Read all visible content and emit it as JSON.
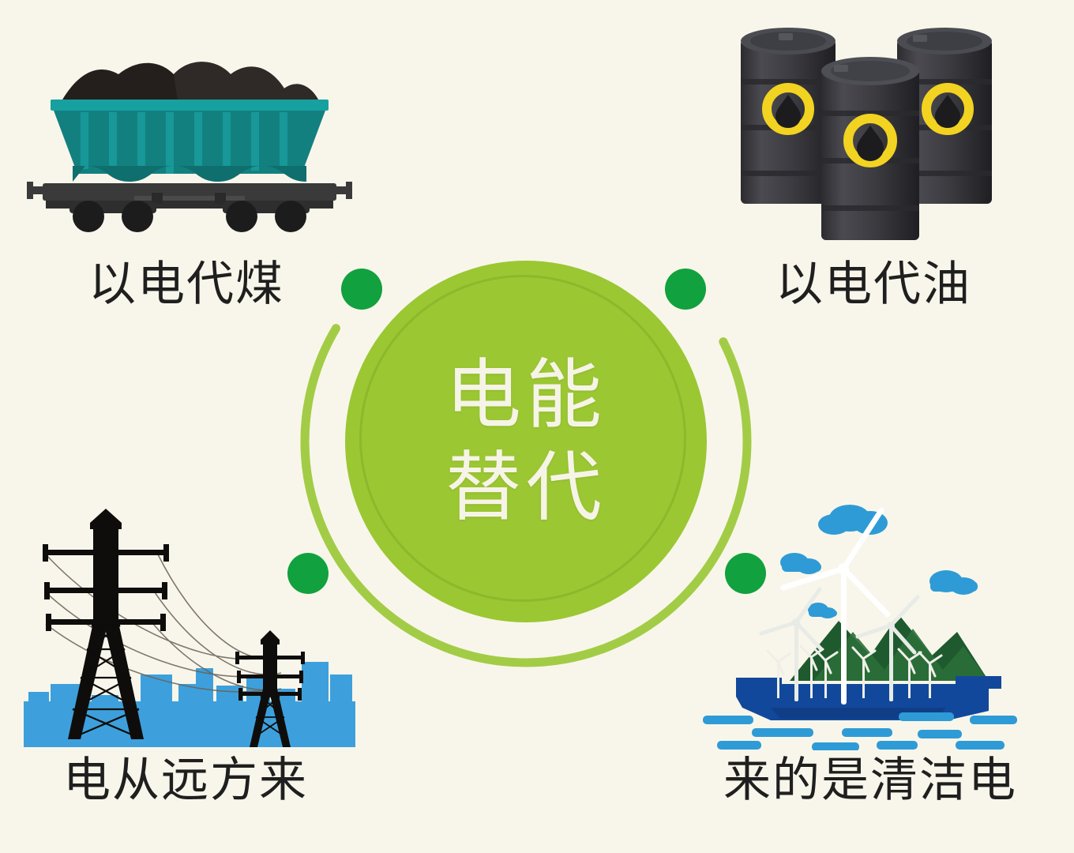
{
  "infographic": {
    "title": "电能替代",
    "center": {
      "line1": "电能",
      "line2": "替代"
    },
    "background_color": "#F8F6EA",
    "accent_colors": {
      "circle_green": "#9BC733",
      "circle_inner_ring": "#8CB82B",
      "arc_green": "#A3CC46",
      "node_dot_green": "#11A13E",
      "caption_text": "#1F1F1F",
      "center_text": "#F6F4E6",
      "train_teal": "#1A8A8A",
      "coal_black": "#241F1C",
      "drum_dark": "#3B3B3F",
      "drum_logo_yellow": "#F2D321",
      "skyline_blue": "#3DA0DC",
      "tower_black": "#12100E",
      "island_water_dark": "#12489B",
      "island_water_light": "#2E9BD6",
      "island_sand": "#E9C councils"
    },
    "nodes": [
      {
        "id": "top-left",
        "label": "以电代煤",
        "dot_color": "#11A13E"
      },
      {
        "id": "top-right",
        "label": "以电代油",
        "dot_color": "#11A13E"
      },
      {
        "id": "bottom-left",
        "label": "电从远方来",
        "dot_color": "#11A13E"
      },
      {
        "id": "bottom-right",
        "label": "来的是清洁电",
        "dot_color": "#11A13E"
      }
    ],
    "illustrations": [
      {
        "id": "coal-train",
        "name": "coal-hopper-railcar-illustration",
        "for_node": "top-left"
      },
      {
        "id": "oil-drums",
        "name": "oil-drums-illustration",
        "for_node": "top-right"
      },
      {
        "id": "transmission-towers",
        "name": "power-transmission-towers-illustration",
        "for_node": "bottom-left"
      },
      {
        "id": "clean-energy-island",
        "name": "clean-energy-island-illustration",
        "for_node": "bottom-right"
      }
    ]
  }
}
